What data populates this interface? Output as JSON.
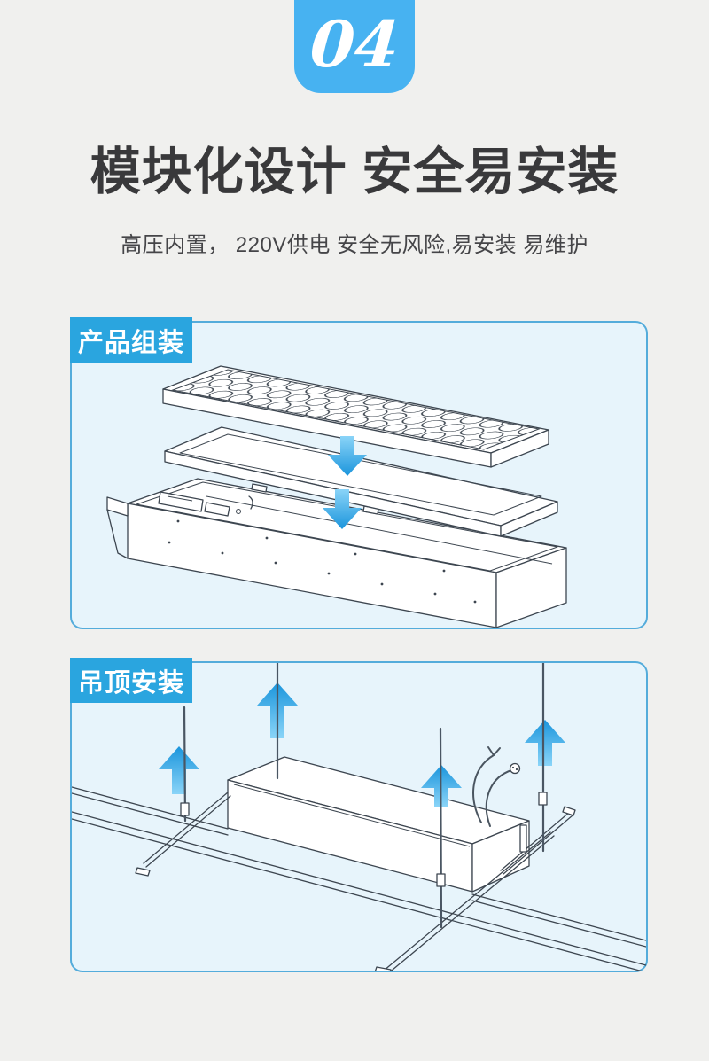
{
  "badge": {
    "number": "04"
  },
  "header": {
    "title": "模块化设计 安全易安装",
    "subtitle": "高压内置， 220V供电  安全无风险,易安装 易维护"
  },
  "sections": [
    {
      "id": "assembly",
      "label": "产品组装"
    },
    {
      "id": "ceiling",
      "label": "吊顶安装"
    }
  ],
  "colors": {
    "accent_blue": "#47b2f1",
    "tab_blue": "#2aa5df",
    "panel_bg": "#e7f4fb",
    "panel_border": "#54acdb",
    "arrow_blue_light": "#8ad4f8",
    "arrow_blue_dark": "#1b95dc",
    "page_bg": "#f0f0ee",
    "line_art": "#3d4650",
    "title_color": "#39393b"
  }
}
